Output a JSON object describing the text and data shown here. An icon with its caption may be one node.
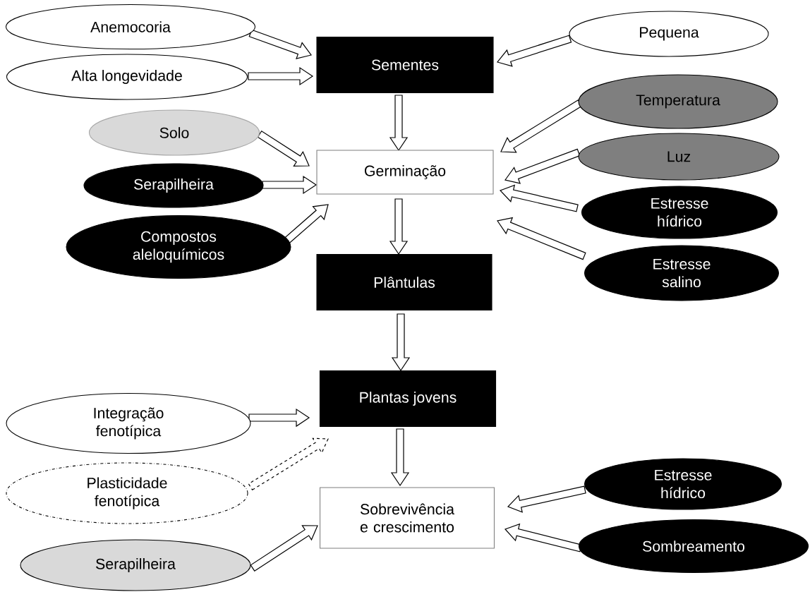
{
  "diagram": {
    "nodes": [
      {
        "text": [
          "Anemocoria"
        ]
      },
      {
        "text": [
          "Alta longevidade"
        ]
      },
      {
        "text": [
          "Pequena"
        ]
      },
      {
        "text": [
          "Sementes"
        ]
      },
      {
        "text": [
          "Temperatura"
        ]
      },
      {
        "text": [
          "Solo"
        ]
      },
      {
        "text": [
          "Germinação"
        ]
      },
      {
        "text": [
          "Luz"
        ]
      },
      {
        "text": [
          "Serapilheira"
        ]
      },
      {
        "text": [
          "Estresse hídrico"
        ]
      },
      {
        "text": [
          "Compostos aleloquímicos"
        ]
      },
      {
        "text": [
          "Estresse salino"
        ]
      },
      {
        "text": [
          "Plântulas"
        ]
      },
      {
        "text": [
          "Plantas jovens"
        ]
      },
      {
        "text": [
          "Integração fenotípica"
        ]
      },
      {
        "text": [
          "Plasticidade fenotípica"
        ]
      },
      {
        "text": [
          "Sobrevivência e crescimento"
        ]
      },
      {
        "text": [
          "Estresse hídrico"
        ]
      },
      {
        "text": [
          "Sombreamento"
        ]
      },
      {
        "text": [
          "Serapilheira"
        ]
      }
    ],
    "edges": [
      {
        "from": 0,
        "to": 3,
        "arrow": "to"
      },
      {
        "from": 1,
        "to": 3,
        "arrow": "to"
      },
      {
        "from": 2,
        "to": 3,
        "arrow": "to"
      },
      {
        "from": 3,
        "to": 6,
        "arrow": "to"
      },
      {
        "from": 4,
        "to": 6,
        "arrow": "to"
      },
      {
        "from": 5,
        "to": 6,
        "arrow": "to"
      },
      {
        "from": 7,
        "to": 6,
        "arrow": "to"
      },
      {
        "from": 8,
        "to": 6,
        "arrow": "to"
      },
      {
        "from": 9,
        "to": 6,
        "arrow": "to"
      },
      {
        "from": 10,
        "to": 6,
        "arrow": "to"
      },
      {
        "from": 11,
        "to": 6,
        "arrow": "to"
      },
      {
        "from": 6,
        "to": 12,
        "arrow": "to"
      },
      {
        "from": 12,
        "to": 13,
        "arrow": "to"
      },
      {
        "from": 14,
        "to": 13,
        "arrow": "to"
      },
      {
        "from": 15,
        "to": 13,
        "arrow": "to",
        "style": "dashed"
      },
      {
        "from": 13,
        "to": 16,
        "arrow": "to"
      },
      {
        "from": 17,
        "to": 16,
        "arrow": "to"
      },
      {
        "from": 18,
        "to": 16,
        "arrow": "to"
      },
      {
        "from": 19,
        "to": 16,
        "arrow": "to"
      }
    ]
  }
}
